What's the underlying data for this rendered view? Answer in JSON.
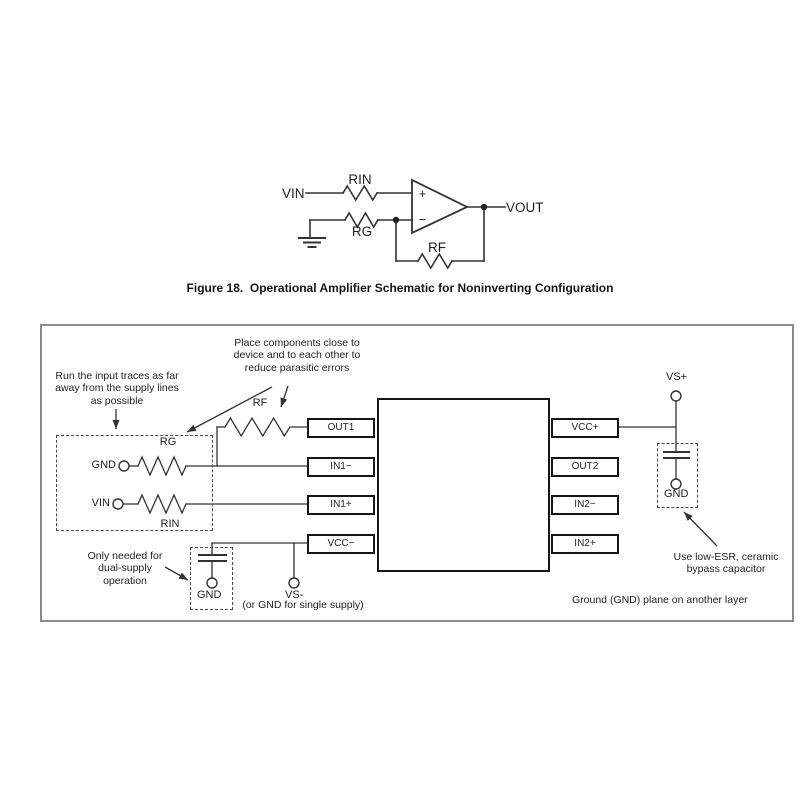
{
  "figure": {
    "caption": "Figure 18.  Operational Amplifier Schematic for Noninverting Configuration"
  },
  "schematic": {
    "vin": "VIN",
    "rin": "RIN",
    "rg": "RG",
    "rf": "RF",
    "vout": "VOUT",
    "plus": "+",
    "minus": "−"
  },
  "layout": {
    "notes": {
      "input_traces": [
        "Run the input traces as far",
        "away from the supply lines",
        "as possible"
      ],
      "place_components": [
        "Place components close to",
        "device and to each other to",
        "reduce parasitic errors"
      ],
      "dual_supply": [
        "Only needed for",
        "dual-supply",
        "operation"
      ],
      "bypass": [
        "Use low-ESR, ceramic",
        "bypass capacitor"
      ],
      "ground_plane": "Ground (GND) plane on another layer"
    },
    "labels": {
      "rf": "RF",
      "rg": "RG",
      "rin": "RIN",
      "gnd_in": "GND",
      "vin": "VIN",
      "gnd_cap_left": "GND",
      "vs_minus": "VS-",
      "vs_minus_sub": "(or GND for single supply)",
      "vs_plus": "VS+",
      "gnd_cap_right": "GND"
    },
    "pins_left": [
      "OUT1",
      "IN1−",
      "IN1+",
      "VCC−"
    ],
    "pins_right": [
      "VCC+",
      "OUT2",
      "IN2−",
      "IN2+"
    ]
  }
}
